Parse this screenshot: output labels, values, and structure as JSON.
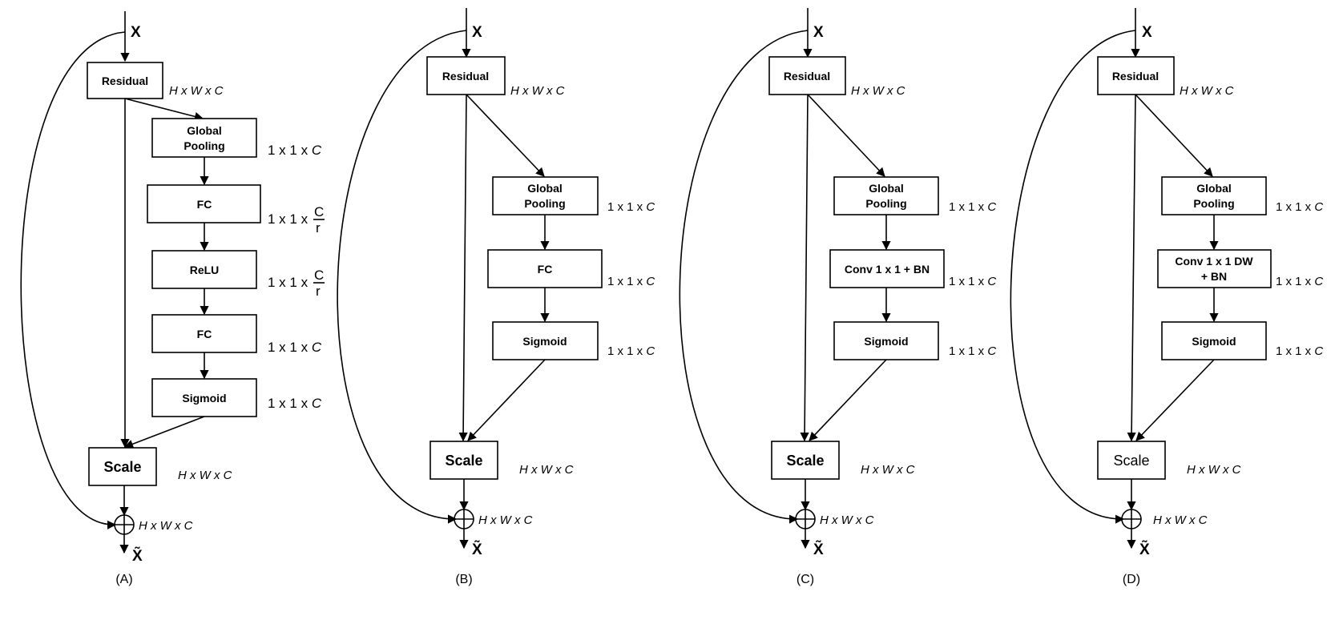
{
  "diagram_a": {
    "input": "X",
    "output": "X̃",
    "caption": "(A)",
    "nodes": {
      "residual": "Residual",
      "global_pooling_1": "Global",
      "global_pooling_2": "Pooling",
      "fc1": "FC",
      "relu": "ReLU",
      "fc2": "FC",
      "sigmoid": "Sigmoid",
      "scale": "Scale"
    },
    "dims": {
      "residual": "H x W x C",
      "global_pooling": "1 x 1 x C",
      "fc1": "1 x 1 x C/r",
      "relu": "1 x 1 x C/r",
      "fc2": "1 x 1 x C",
      "sigmoid": "1 x 1 x C",
      "scale": "H x W x C",
      "sum": "H x W x C"
    }
  },
  "diagram_b": {
    "input": "X",
    "output": "X̃",
    "caption": "(B)",
    "nodes": {
      "residual": "Residual",
      "global_pooling_1": "Global",
      "global_pooling_2": "Pooling",
      "fc": "FC",
      "sigmoid": "Sigmoid",
      "scale": "Scale"
    },
    "dims": {
      "residual": "H x W x C",
      "global_pooling": "1 x 1 x C",
      "fc": "1 x 1 x C",
      "sigmoid": "1 x 1 x C",
      "scale": "H x W x C",
      "sum": "H x W x C"
    }
  },
  "diagram_c": {
    "input": "X",
    "output": "X̃",
    "caption": "(C)",
    "nodes": {
      "residual": "Residual",
      "global_pooling_1": "Global",
      "global_pooling_2": "Pooling",
      "conv": "Conv 1 x 1 + BN",
      "sigmoid": "Sigmoid",
      "scale": "Scale"
    },
    "dims": {
      "residual": "H x W x C",
      "global_pooling": "1 x 1 x C",
      "conv": "1 x 1 x C",
      "sigmoid": "1 x 1 x C",
      "scale": "H x W x C",
      "sum": "H x W x C"
    }
  },
  "diagram_d": {
    "input": "X",
    "output": "X̃",
    "caption": "(D)",
    "nodes": {
      "residual": "Residual",
      "global_pooling_1": "Global",
      "global_pooling_2": "Pooling",
      "conv_1": "Conv 1 x 1 DW",
      "conv_2": "+ BN",
      "sigmoid": "Sigmoid",
      "scale": "Scale"
    },
    "dims": {
      "residual": "H x W x C",
      "global_pooling": "1 x 1 x C",
      "conv": "1 x 1 x C",
      "sigmoid": "1 x 1 x C",
      "scale": "H x W x C",
      "sum": "H x W x C"
    }
  }
}
